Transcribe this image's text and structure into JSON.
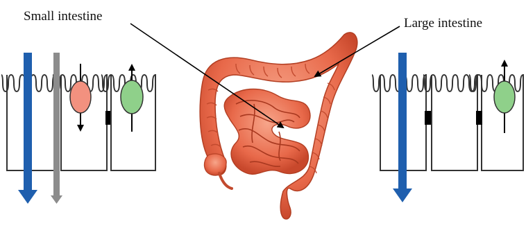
{
  "labels": {
    "small_intestine": "Small intestine",
    "large_intestine": "Large intestine"
  },
  "colors": {
    "blue_arrow": "#1f5fae",
    "grey_arrow": "#8c8c8c",
    "red_transporter": "#f2917f",
    "green_transporter": "#8fd08a",
    "intestine_fill": "#e96a4c",
    "cell_outline": "#333333"
  },
  "left_panel": {
    "flow_arrows": [
      "blue-down-arrow",
      "grey-down-arrow"
    ],
    "transporters": [
      {
        "name": "red-transporter",
        "direction": "down"
      },
      {
        "name": "green-transporter",
        "direction": "up"
      }
    ]
  },
  "right_panel": {
    "flow_arrows": [
      "blue-down-arrow"
    ],
    "transporters": [
      {
        "name": "green-transporter",
        "direction": "up"
      }
    ]
  }
}
